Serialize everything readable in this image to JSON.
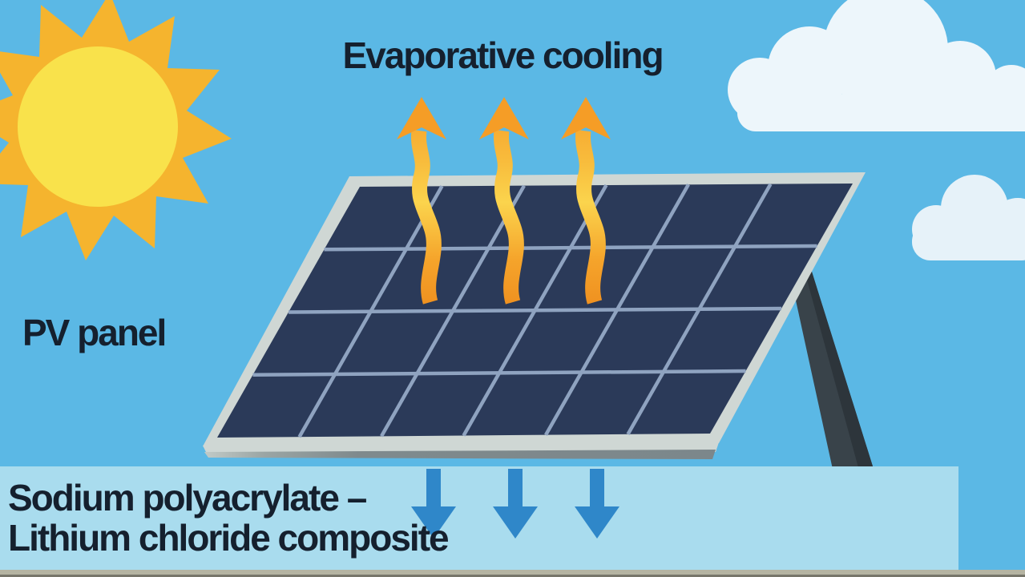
{
  "labels": {
    "evaporative_cooling": "Evaporative cooling",
    "pv_panel": "PV panel",
    "composite_line1": "Sodium polyacrylate –",
    "composite_line2": "Lithium chloride composite"
  },
  "diagram": {
    "type": "illustration",
    "subject": "Evaporative cooling of a photovoltaic panel using a sodium polyacrylate – lithium chloride composite",
    "heat_arrow_count": 3,
    "absorption_arrow_count": 3,
    "panel_grid_rows": 4,
    "panel_grid_cols": 6
  },
  "icons": {
    "sun-icon": "12-point star sun with bright core, top left",
    "cloud-icon-large": "flat-bottom cumulus cloud, top right",
    "cloud-icon-small": "small flat-bottom cloud, middle right",
    "solar-panel": "tilted dark PV module with 6x4 cell grid and light gray frame",
    "support-leg-icon": "dark rear kickstand leg",
    "heat-arrow-icon": "wavy orange arrow rising from panel",
    "absorption-arrow-icon": "straight blue arrow pointing down into composite layer"
  },
  "colors": {
    "sky": "#5bb8e5",
    "sun_core": "#f9e24b",
    "sun_rays": "#f5b42e",
    "cloud_large": "#edf6fb",
    "cloud_small": "#e6f2f9",
    "panel_surface": "#2b3a59",
    "panel_grid": "#8fa3c0",
    "panel_frame": "#cfd7d4",
    "panel_frame_shadow": "#7f8a8d",
    "leg": "#39434a",
    "leg_dark": "#2d353b",
    "band": "#a9dcee",
    "heat_arrow": "#f59d26",
    "heat_arrow_light": "#fbd44d",
    "absorb_arrow": "#2f87c9",
    "ground_line": "#b5b4a2",
    "ground_line_dark": "#77766a",
    "text": "#15202e"
  }
}
